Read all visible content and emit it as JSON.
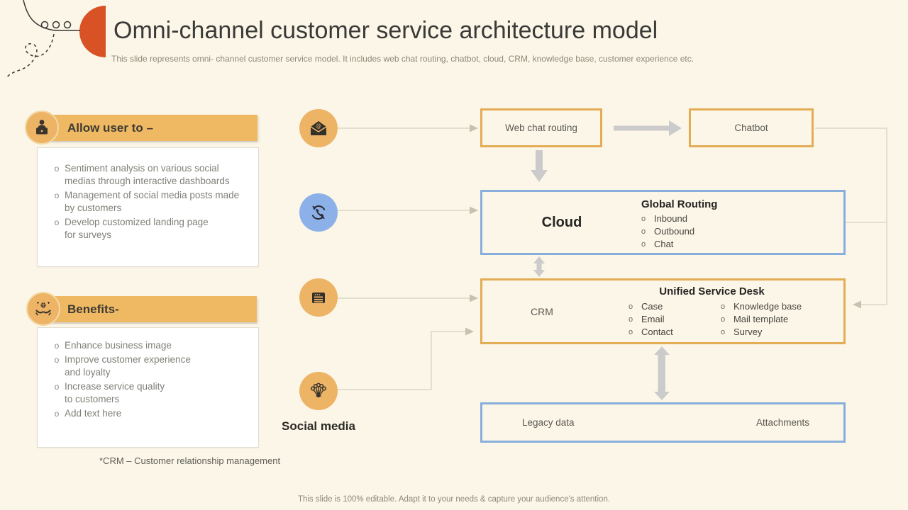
{
  "slide": {
    "title": "Omni-channel customer service architecture model",
    "subtitle": "This slide represents  omni- channel customer service model. It includes web chat routing, chatbot, cloud, CRM,  knowledge base, customer experience etc.",
    "footnote": "*CRM – Customer relationship management",
    "footer": "This slide is 100% editable. Adapt it to your needs & capture your audience's attention."
  },
  "panels": [
    {
      "heading": "Allow user to –",
      "items": [
        "Sentiment analysis on various social\nmedias through interactive dashboards",
        "Management of social media posts made\nby customers",
        "Develop customized landing page\nfor surveys"
      ]
    },
    {
      "heading": "Benefits-",
      "items": [
        "Enhance business image",
        "Improve customer experience\nand loyalty",
        "Increase service quality\nto customers",
        "Add text here"
      ]
    }
  ],
  "diagram": {
    "social_label": "Social media",
    "web_chat_routing": "Web chat routing",
    "chatbot": "Chatbot",
    "cloud": {
      "label": "Cloud",
      "routing_title": "Global Routing",
      "routing_items": [
        "Inbound",
        "Outbound",
        "Chat"
      ]
    },
    "crm": {
      "label": "CRM",
      "desk_title": "Unified Service Desk",
      "desk_col1": [
        "Case",
        "Email",
        "Contact"
      ],
      "desk_col2": [
        "Knowledge base",
        "Mail template",
        "Survey"
      ]
    },
    "legacy": {
      "left_label": "Legacy data",
      "right_label": "Attachments"
    },
    "icons": [
      "email-envelope-icon",
      "phone-routing-icon",
      "document-menu-icon",
      "social-network-icon",
      "presenter-icon",
      "hands-diamond-icon"
    ]
  },
  "colors": {
    "background": "#FBF6E7",
    "accent_orange": "#D95226",
    "bar_orange": "#EFB964",
    "icon_orange": "#EDB466",
    "icon_blue": "#8CB0E8",
    "border_orange": "#E3AC55",
    "border_blue": "#88AEDC",
    "arrow_gray": "#CBCBCB",
    "line_gray": "#DBD7C5"
  }
}
